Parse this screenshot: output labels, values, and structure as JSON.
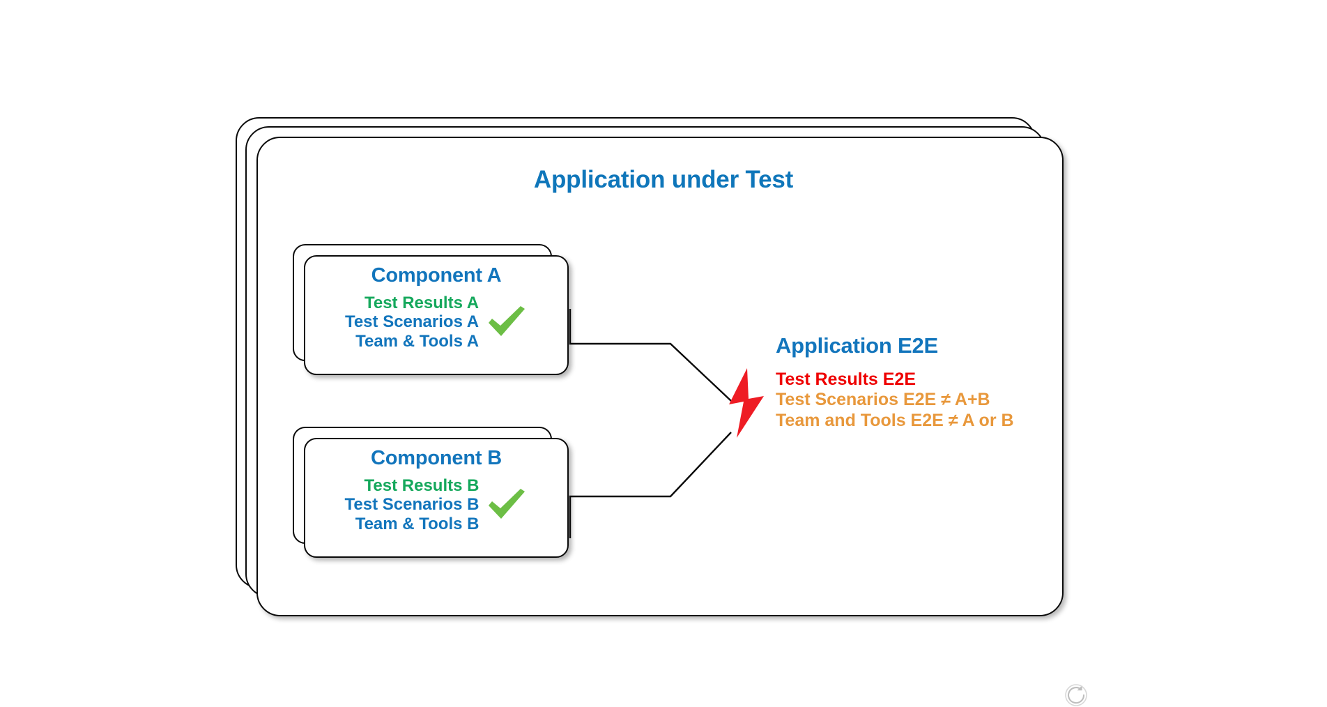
{
  "diagram": {
    "title": "Application under Test",
    "outer_container": {
      "name": "Application under Test",
      "stack_layers": 3,
      "border_color": "#0a0a0a",
      "fill": "#ffffff"
    },
    "title_color": "#0f76ba",
    "components": [
      {
        "id": "component-a",
        "title": "Component A",
        "title_color": "#1275bc",
        "stack_layers": 2,
        "status_icon": "check-icon",
        "status_icon_color": "#6cbe45",
        "lines": [
          {
            "text": "Test Results A",
            "color": "#15a85c"
          },
          {
            "text": "Test Scenarios A",
            "color": "#1275bc"
          },
          {
            "text": "Team & Tools A",
            "color": "#1275bc"
          }
        ]
      },
      {
        "id": "component-b",
        "title": "Component B",
        "title_color": "#1275bc",
        "stack_layers": 2,
        "status_icon": "check-icon",
        "status_icon_color": "#6cbe45",
        "lines": [
          {
            "text": "Test Results B",
            "color": "#15a85c"
          },
          {
            "text": "Test Scenarios B",
            "color": "#1275bc"
          },
          {
            "text": "Team & Tools B",
            "color": "#1275bc"
          }
        ]
      }
    ],
    "junction": {
      "icon": "lightning-bolt-icon",
      "color": "#ee1c24",
      "meaning": "failure / conflict at integration point"
    },
    "e2e": {
      "title": "Application E2E",
      "title_color": "#1275bc",
      "lines": [
        {
          "text": "Test Results E2E",
          "color": "#ee0000"
        },
        {
          "text": "Test Scenarios E2E ≠ A+B",
          "color": "#e8983c"
        },
        {
          "text": "Team and Tools E2E ≠ A or B",
          "color": "#e8983c"
        }
      ]
    },
    "connectors": {
      "stroke": "#0a0a0a",
      "description": "Component A and Component B each route right then angle in to the lightning bolt junction"
    },
    "watermark": {
      "icon": "refresh-icon",
      "color": "#8a8a8a"
    }
  }
}
